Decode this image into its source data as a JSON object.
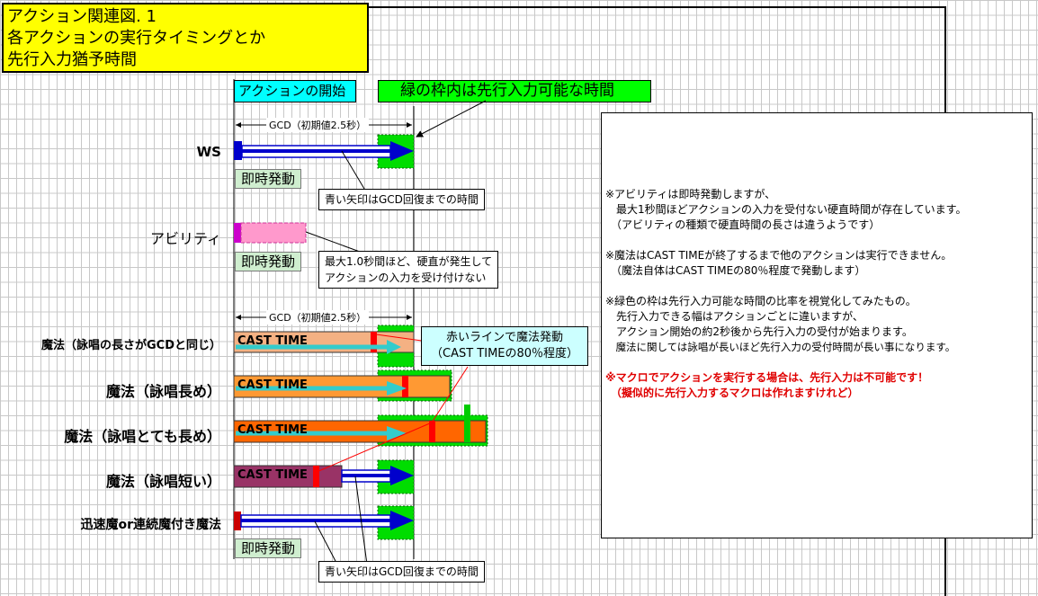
{
  "title": {
    "line1": "アクション関連図. 1",
    "line2": "各アクションの実行タイミングとか",
    "line3": "先行入力猶予時間"
  },
  "legend": {
    "action_start": "アクションの開始",
    "green_frame": "緑の枠内は先行入力可能な時間"
  },
  "gcd_label": "GCD（初期値2.5秒）",
  "rows": {
    "ws": "WS",
    "ability": "アビリティ",
    "magic_same": "魔法（詠唱の長さがGCDと同じ）",
    "magic_long": "魔法（詠唱長め）",
    "magic_very_long": "魔法（詠唱とても長め）",
    "magic_short": "魔法（詠唱短い）",
    "swift": "迅速魔or連続魔付き魔法"
  },
  "tags": {
    "instant": "即時発動"
  },
  "cast_time": "CAST TIME",
  "notes": {
    "blue_arrow": "青い矢印はGCD回復までの時間",
    "ability_line1": "最大1.0秒間ほど、硬直が発生して",
    "ability_line2": "アクションの入力を受け付けない",
    "redline_line1": "赤いラインで魔法発動",
    "redline_line2": "（CAST TIMEの80％程度）"
  },
  "info": {
    "p1_l1": "※アビリティは即時発動しますが、",
    "p1_l2": "　最大1秒間ほどアクションの入力を受付ない硬直時間が存在しています。",
    "p1_l3": "　（アビリティの種類で硬直時間の長さは違うようです）",
    "p2_l1": "※魔法はCAST TIMEが終了するまで他のアクションは実行できません。",
    "p2_l2": "　（魔法自体はCAST TIMEの80％程度で発動します）",
    "p3_l1": "※緑色の枠は先行入力可能な時間の比率を視覚化してみたもの。",
    "p3_l2": "　先行入力できる幅はアクションごとに違いますが、",
    "p3_l3": "　アクション開始の約2秒後から先行入力の受付が始まります。",
    "p3_l4": "　魔法に関しては詠唱が長いほど先行入力の受付時間が長い事になります。",
    "p4_l1": "※マクロでアクションを実行する場合は、先行入力は不可能です！",
    "p4_l2": "　（擬似的に先行入力するマクロは作れますけれど）"
  },
  "colors": {
    "title_bg": "#ffff00",
    "action_start_bg": "#00ffff",
    "green_frame_bg": "#00ff00",
    "blue_arrow": "#0000cc",
    "cyan_arrow": "#33cccc",
    "cast_orange": "#ff9933",
    "cast_peach": "#f4b183",
    "cast_dark_orange": "#ff6600",
    "cast_plum": "#993366",
    "ability_pink": "#ff99cc",
    "red_line": "#ff0000",
    "warning_text": "#e00000"
  }
}
